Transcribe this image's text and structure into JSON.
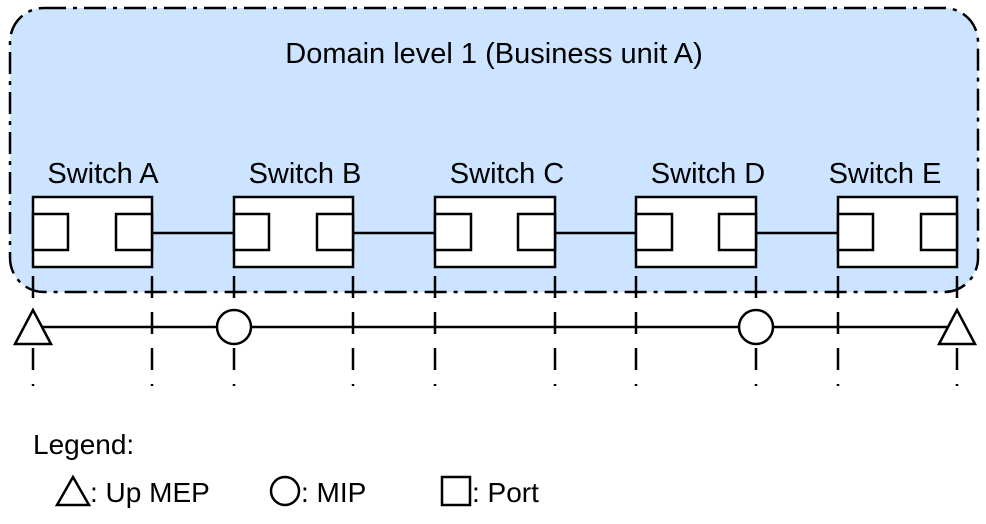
{
  "domain_box": {
    "title": "Domain level 1 (Business unit A)",
    "fill": "#cce4ff",
    "stroke": "#000000"
  },
  "switches": [
    {
      "name": "Switch A"
    },
    {
      "name": "Switch B"
    },
    {
      "name": "Switch C"
    },
    {
      "name": "Switch D"
    },
    {
      "name": "Switch E"
    }
  ],
  "legend": {
    "heading": "Legend:",
    "items": [
      {
        "icon": "triangle-icon",
        "text": ": Up MEP"
      },
      {
        "icon": "circle-icon",
        "text": ": MIP"
      },
      {
        "icon": "square-icon",
        "text": ": Port"
      }
    ]
  },
  "points": {
    "mep": [
      "Switch A",
      "Switch E"
    ],
    "mip": [
      "Switch B",
      "Switch D"
    ]
  }
}
